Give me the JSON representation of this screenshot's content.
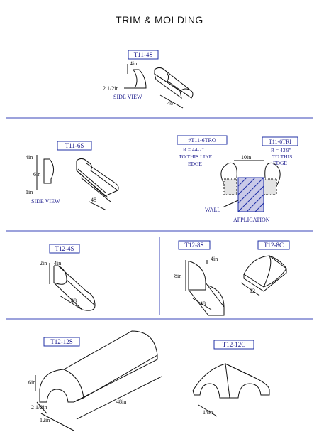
{
  "title": "TRIM & MOLDING",
  "colors": {
    "divider": "#3a44b8",
    "label_text": "#1a1a8c",
    "ink": "#111111"
  },
  "sections": {
    "t11_4s": {
      "code": "T11-4S",
      "height": "4in",
      "depth": "2 1/2in",
      "view": "SIDE  VIEW",
      "length": "48"
    },
    "t11_6s": {
      "code": "T11-6S",
      "top": "4in",
      "middle": "6in",
      "bottom": "1in",
      "view": "SIDE  VIEW",
      "length": "48"
    },
    "application": {
      "tro_code": "#T11-6TRO",
      "tro_radius": "R = 44-7\"",
      "tro_note_1": "TO THIS LINE",
      "tro_note_2": "EDGE",
      "tri_code": "T11-6TRI",
      "tri_radius": "R = 43'9\"",
      "tri_note_1": "TO THIS",
      "tri_note_2": "EDGE",
      "gap": "10in",
      "wall": "WALL",
      "caption": "APPLICATION"
    },
    "t12_4s": {
      "code": "T12-4S",
      "height": "2in",
      "width": "4in",
      "length": "48"
    },
    "t12_8s": {
      "code": "T12-8S",
      "height": "8in",
      "width": "4in",
      "length": "48"
    },
    "t12_8c": {
      "code": "T12-8C",
      "length": "12"
    },
    "t12_12s": {
      "code": "T12-12S",
      "height": "6in",
      "depth": "2 1/2in",
      "width": "12in",
      "length": "48in"
    },
    "t12_12c": {
      "code": "T12-12C",
      "length": "14in"
    }
  }
}
